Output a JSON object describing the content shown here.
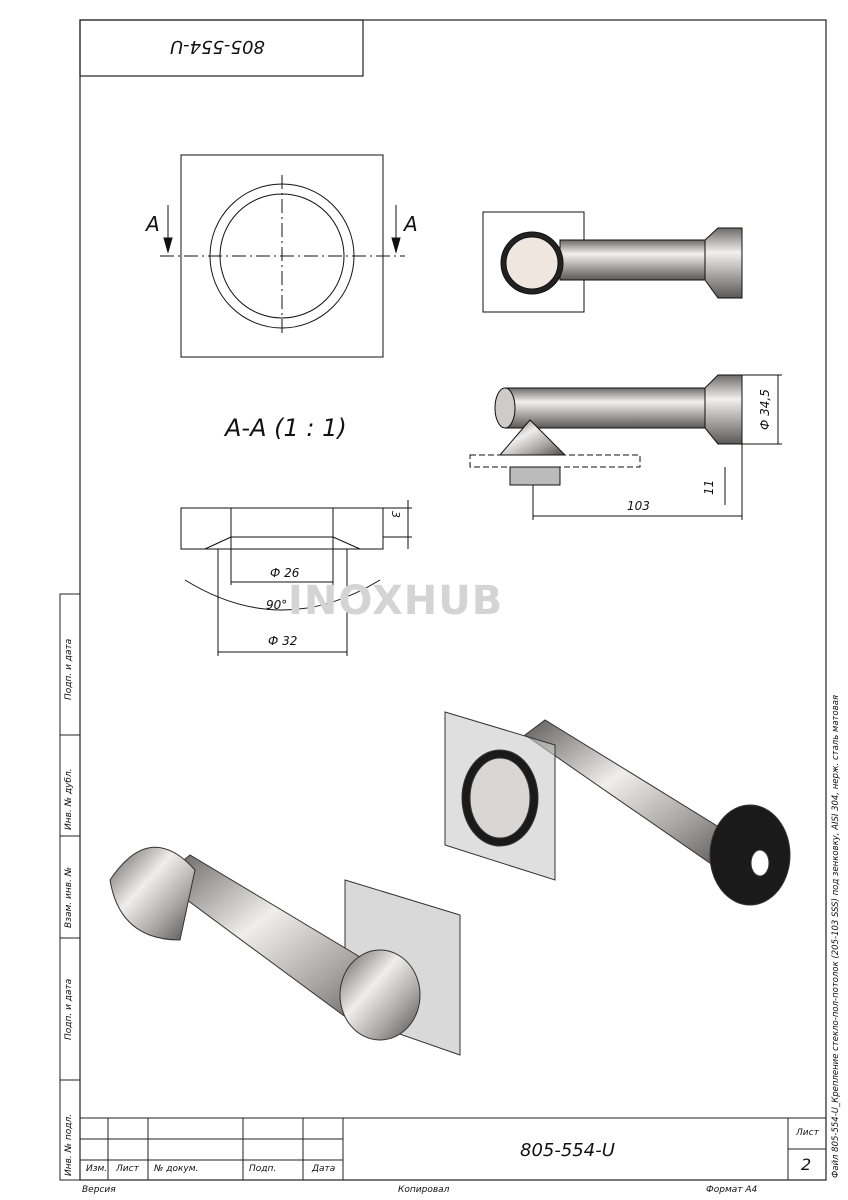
{
  "drawing": {
    "top_box_code": "805-554-U",
    "section_marker": "A",
    "section_title": "A-A (1 : 1)",
    "watermark": "INOXHUB",
    "dimensions": {
      "section_thickness": "3",
      "inner_diameter": "Ф 26",
      "angle": "90°",
      "outer_diameter": "Ф 32",
      "head_diameter": "Ф 34,5",
      "offset": "11",
      "length": "103"
    }
  },
  "side_stamp": [
    "Подп. и дата",
    "Инв. № дубл.",
    "Взам. инв. №",
    "Подп. и дата",
    "Инв. № подл."
  ],
  "title_block": {
    "headers": [
      "Изм.",
      "Лист",
      "№ докум.",
      "Подп.",
      "Дата"
    ],
    "designation": "805-554-U",
    "sheet_label": "Лист",
    "sheet_number": "2"
  },
  "footer": {
    "version": "Версия",
    "copied": "Копировал",
    "format": "Формат А4"
  },
  "file_note": "Файл 805-554-U_Крепление стекло-пол-потолок (205-103 SSS) под зенковку, AISI 304, нерж. сталь матовая"
}
